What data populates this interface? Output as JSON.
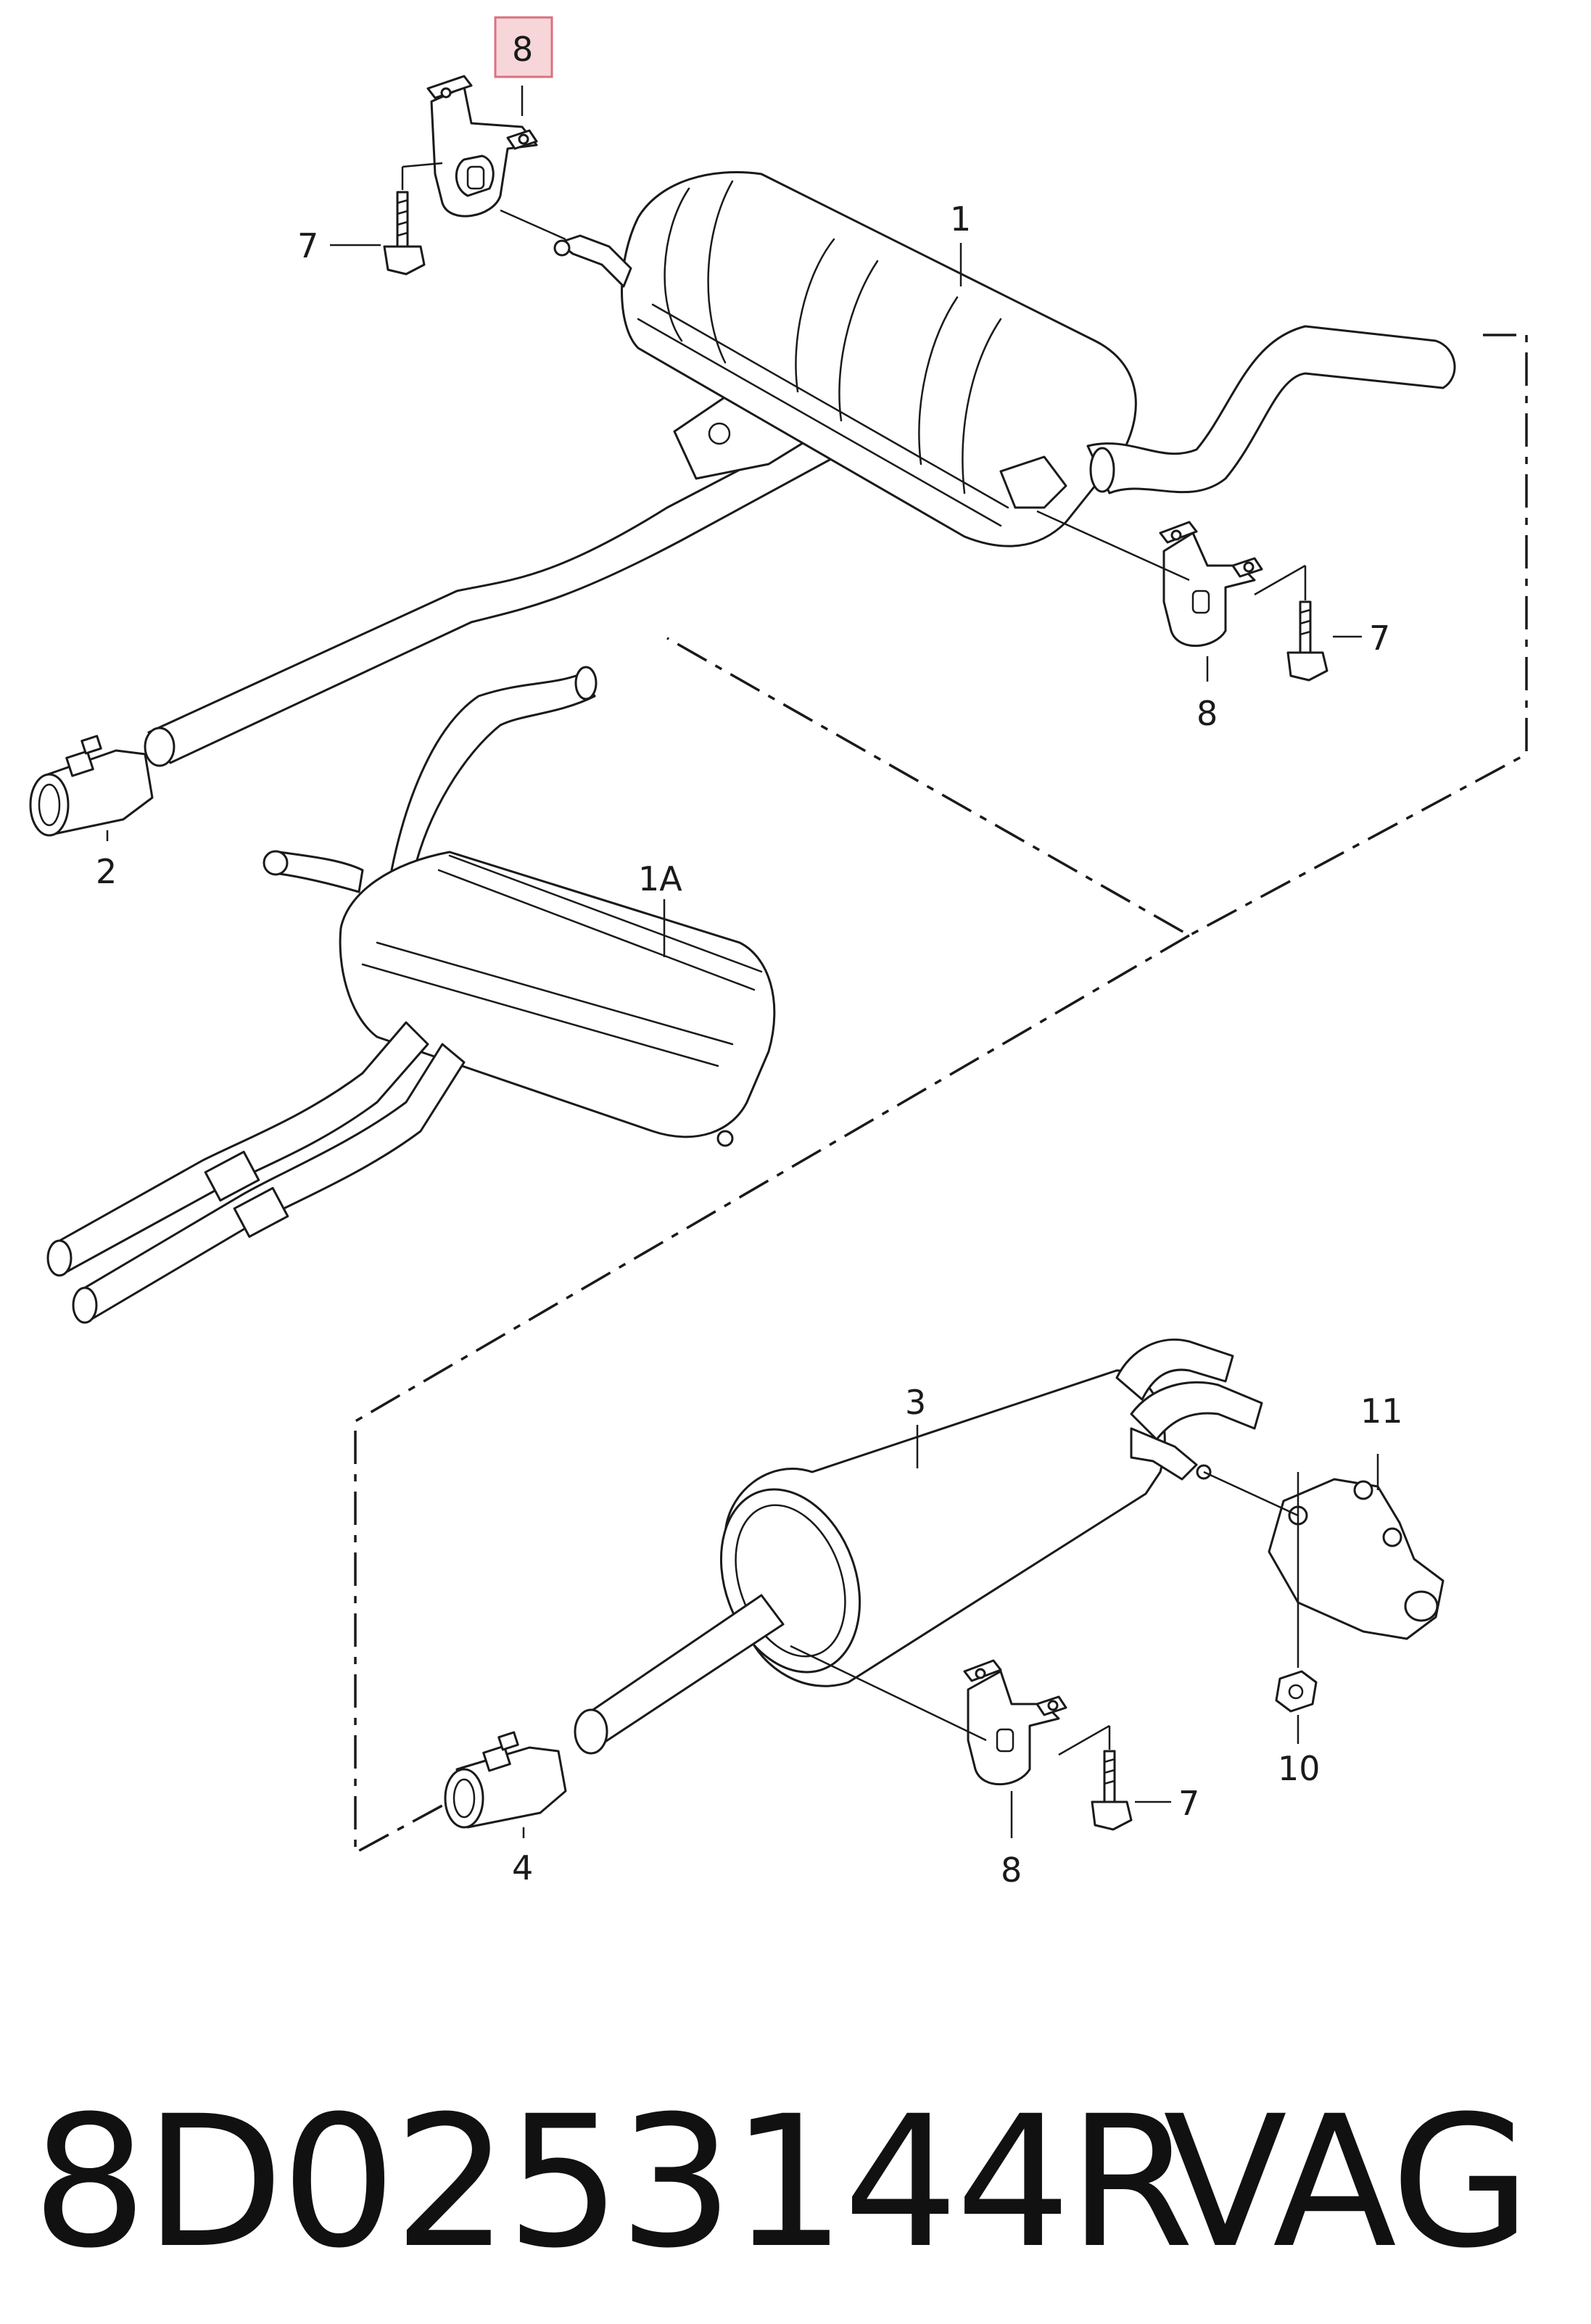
{
  "labels": {
    "l1": "1",
    "l1a": "1A",
    "l2": "2",
    "l3": "3",
    "l4": "4",
    "l7a": "7",
    "l7b": "7",
    "l7c": "7",
    "l8_top": "8",
    "l8_mid": "8",
    "l8_low": "8",
    "l10": "10",
    "l11": "11"
  },
  "highlight": {
    "fill": "#f7d6da",
    "stroke": "#d9727e"
  },
  "caption": {
    "part_number": "8D0253144R",
    "brand": "VAG"
  }
}
